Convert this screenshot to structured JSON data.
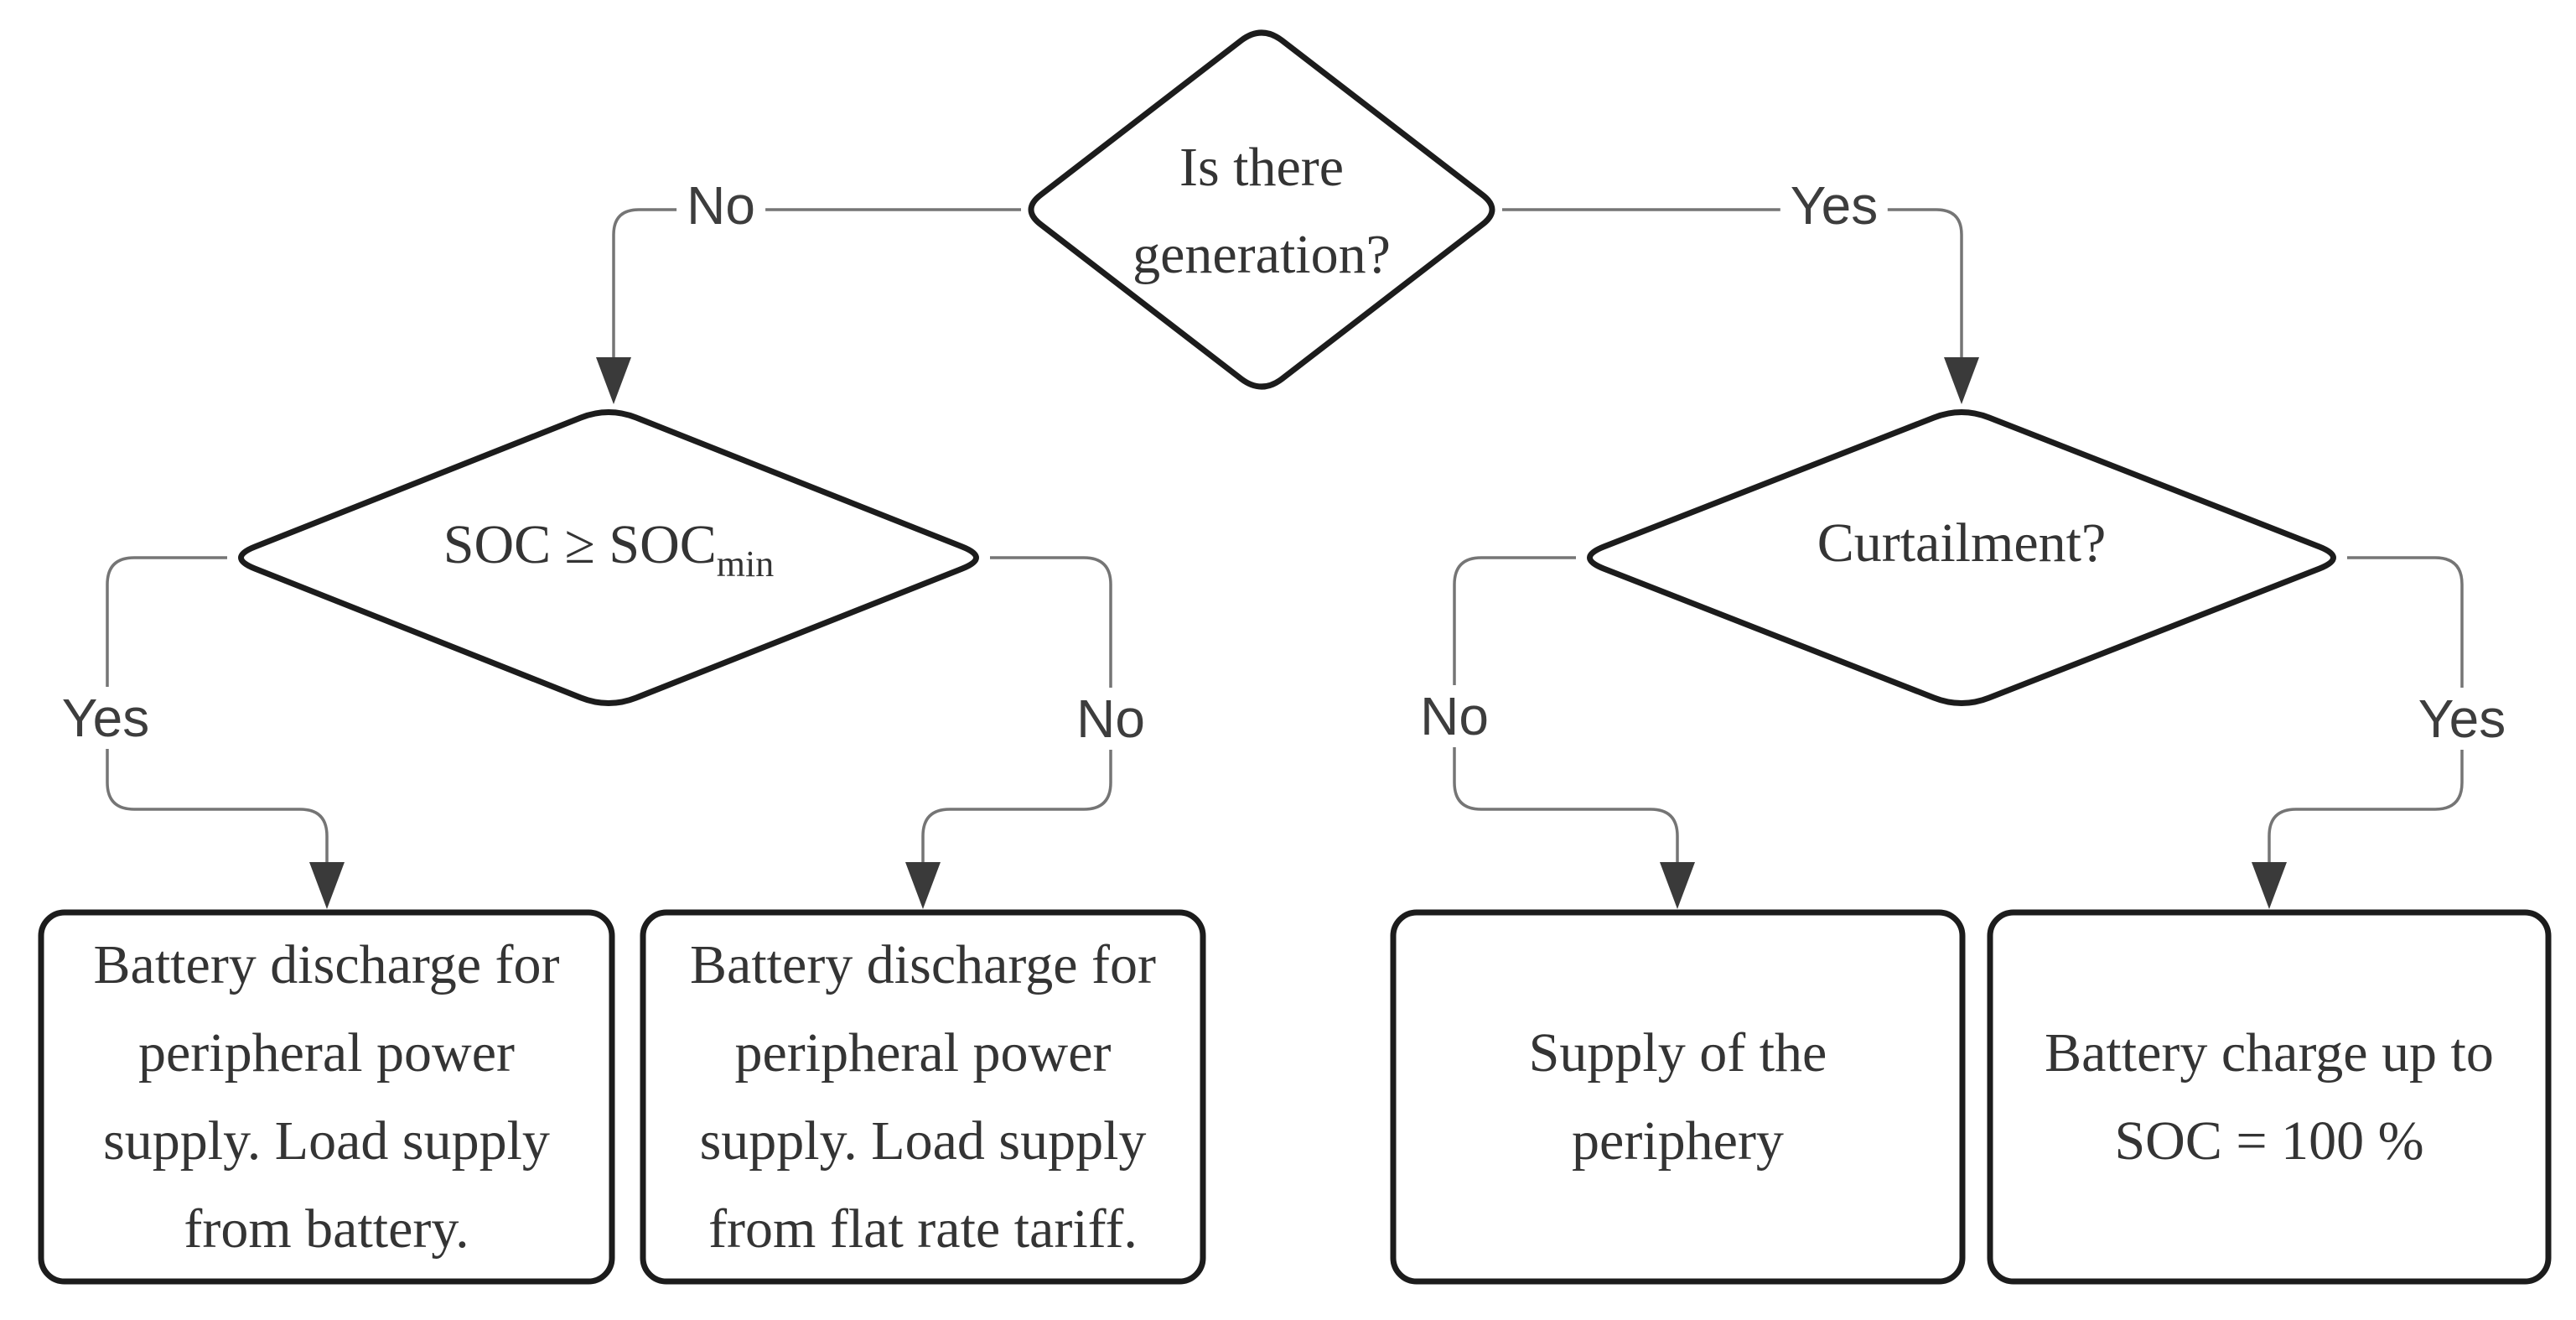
{
  "figure": {
    "title": "Battery operating strategy decision flowchart",
    "background_color": "#ffffff",
    "shape_stroke_color": "#1c1c1c",
    "connector_color": "#757575",
    "arrowhead_color": "#3a3a3a",
    "text_color": "#343434"
  },
  "nodes": {
    "generation": {
      "type": "decision",
      "lines": [
        "Is there",
        "generation?"
      ]
    },
    "soc": {
      "type": "decision",
      "base": "SOC ≥ SOC",
      "sub": "min"
    },
    "curtailment": {
      "type": "decision",
      "label": "Curtailment?"
    },
    "box_battery": {
      "type": "process",
      "lines": [
        "Battery discharge for",
        "peripheral power",
        "supply. Load supply",
        "from battery."
      ]
    },
    "box_tariff": {
      "type": "process",
      "lines": [
        "Battery discharge for",
        "peripheral power",
        "supply. Load supply",
        "from flat rate tariff."
      ]
    },
    "box_periphery": {
      "type": "process",
      "lines": [
        "Supply of the",
        "periphery"
      ]
    },
    "box_charge": {
      "type": "process",
      "lines": [
        "Battery charge up to",
        "SOC = 100 %"
      ]
    }
  },
  "edge_labels": {
    "generation_no": "No",
    "generation_yes": "Yes",
    "soc_yes": "Yes",
    "soc_no": "No",
    "curtailment_no": "No",
    "curtailment_yes": "Yes"
  }
}
